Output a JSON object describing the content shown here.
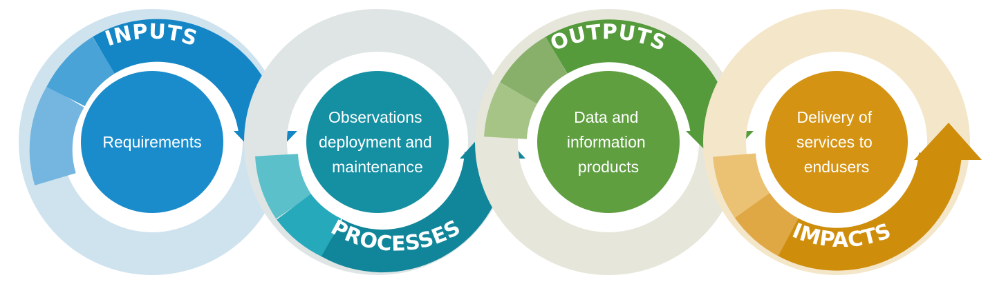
{
  "stages": [
    {
      "id": "inputs",
      "label": "INPUTS",
      "inner_lines": [
        "Requirements"
      ],
      "colors": {
        "main": "#1486c6",
        "light": "#cfe3ef",
        "mid": "#74b6df",
        "mid2": "#4aa3d6",
        "inner": "#1a8ccc"
      }
    },
    {
      "id": "processes",
      "label": "PROCESSES",
      "inner_lines": [
        "Observations",
        "deployment and",
        "maintenance"
      ],
      "colors": {
        "main": "#11869a",
        "light": "#dfe5e5",
        "mid": "#5cc0cb",
        "mid2": "#26a9bb",
        "inner": "#1590a3"
      }
    },
    {
      "id": "outputs",
      "label": "OUTPUTS",
      "inner_lines": [
        "Data and",
        "information",
        "products"
      ],
      "colors": {
        "main": "#559a3b",
        "light": "#e6e6da",
        "mid": "#a7c487",
        "mid2": "#88b06b",
        "inner": "#5f9f40"
      }
    },
    {
      "id": "impacts",
      "label": "IMPACTS",
      "inner_lines": [
        "Delivery of",
        "services to",
        "endusers"
      ],
      "colors": {
        "main": "#cf8d0c",
        "light": "#f4e6c9",
        "mid": "#ebc173",
        "mid2": "#e0a745",
        "inner": "#d49312"
      }
    }
  ]
}
